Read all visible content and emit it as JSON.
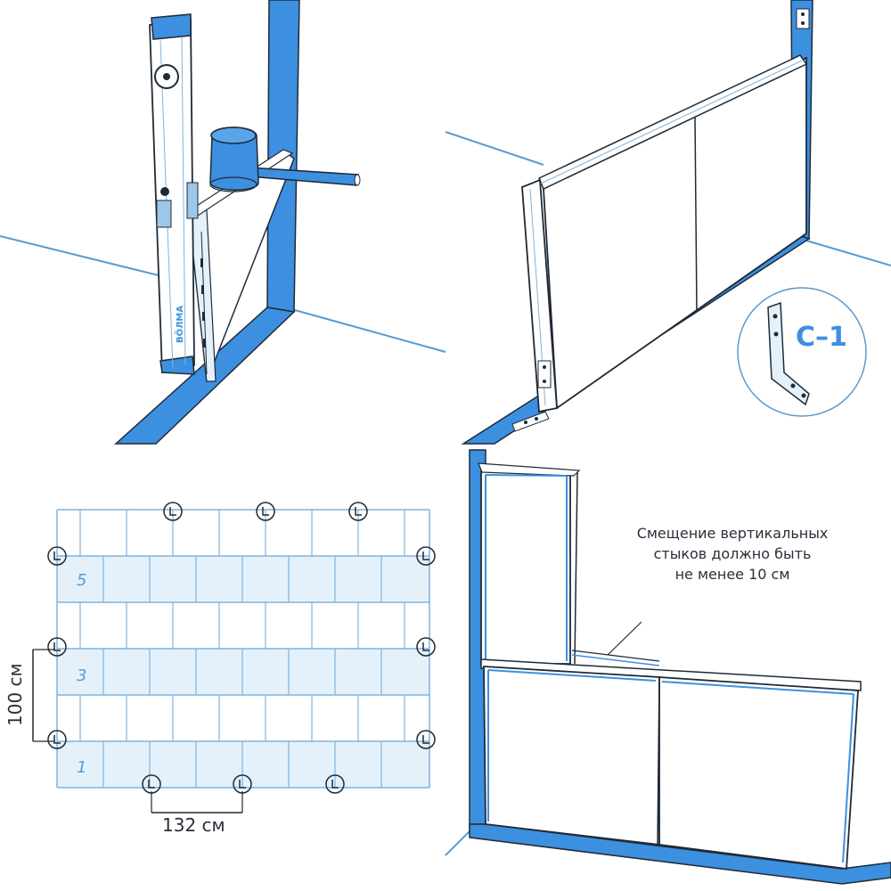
{
  "colors": {
    "accent_blue": "#3d8fe0",
    "light_blue_fill": "#e4f1fa",
    "line_blue": "#7fb3dd",
    "outline_dark": "#1f2a36"
  },
  "panel_top_left": {
    "level_brand": "BÖЛMA",
    "icons": [
      "spirit-level-icon",
      "rubber-mallet-icon"
    ]
  },
  "panel_top_right": {
    "badge_label": "С–1",
    "icons": [
      "corner-bracket-icon"
    ]
  },
  "panel_bottom_left": {
    "row_numbers": [
      "5",
      "3",
      "1"
    ],
    "dim_vertical": "100 см",
    "dim_horizontal": "132 см"
  },
  "panel_bottom_right": {
    "note_line1": "Смещение вертикальных",
    "note_line2": "стыков должно быть",
    "note_line3": "не менее 10 см"
  }
}
